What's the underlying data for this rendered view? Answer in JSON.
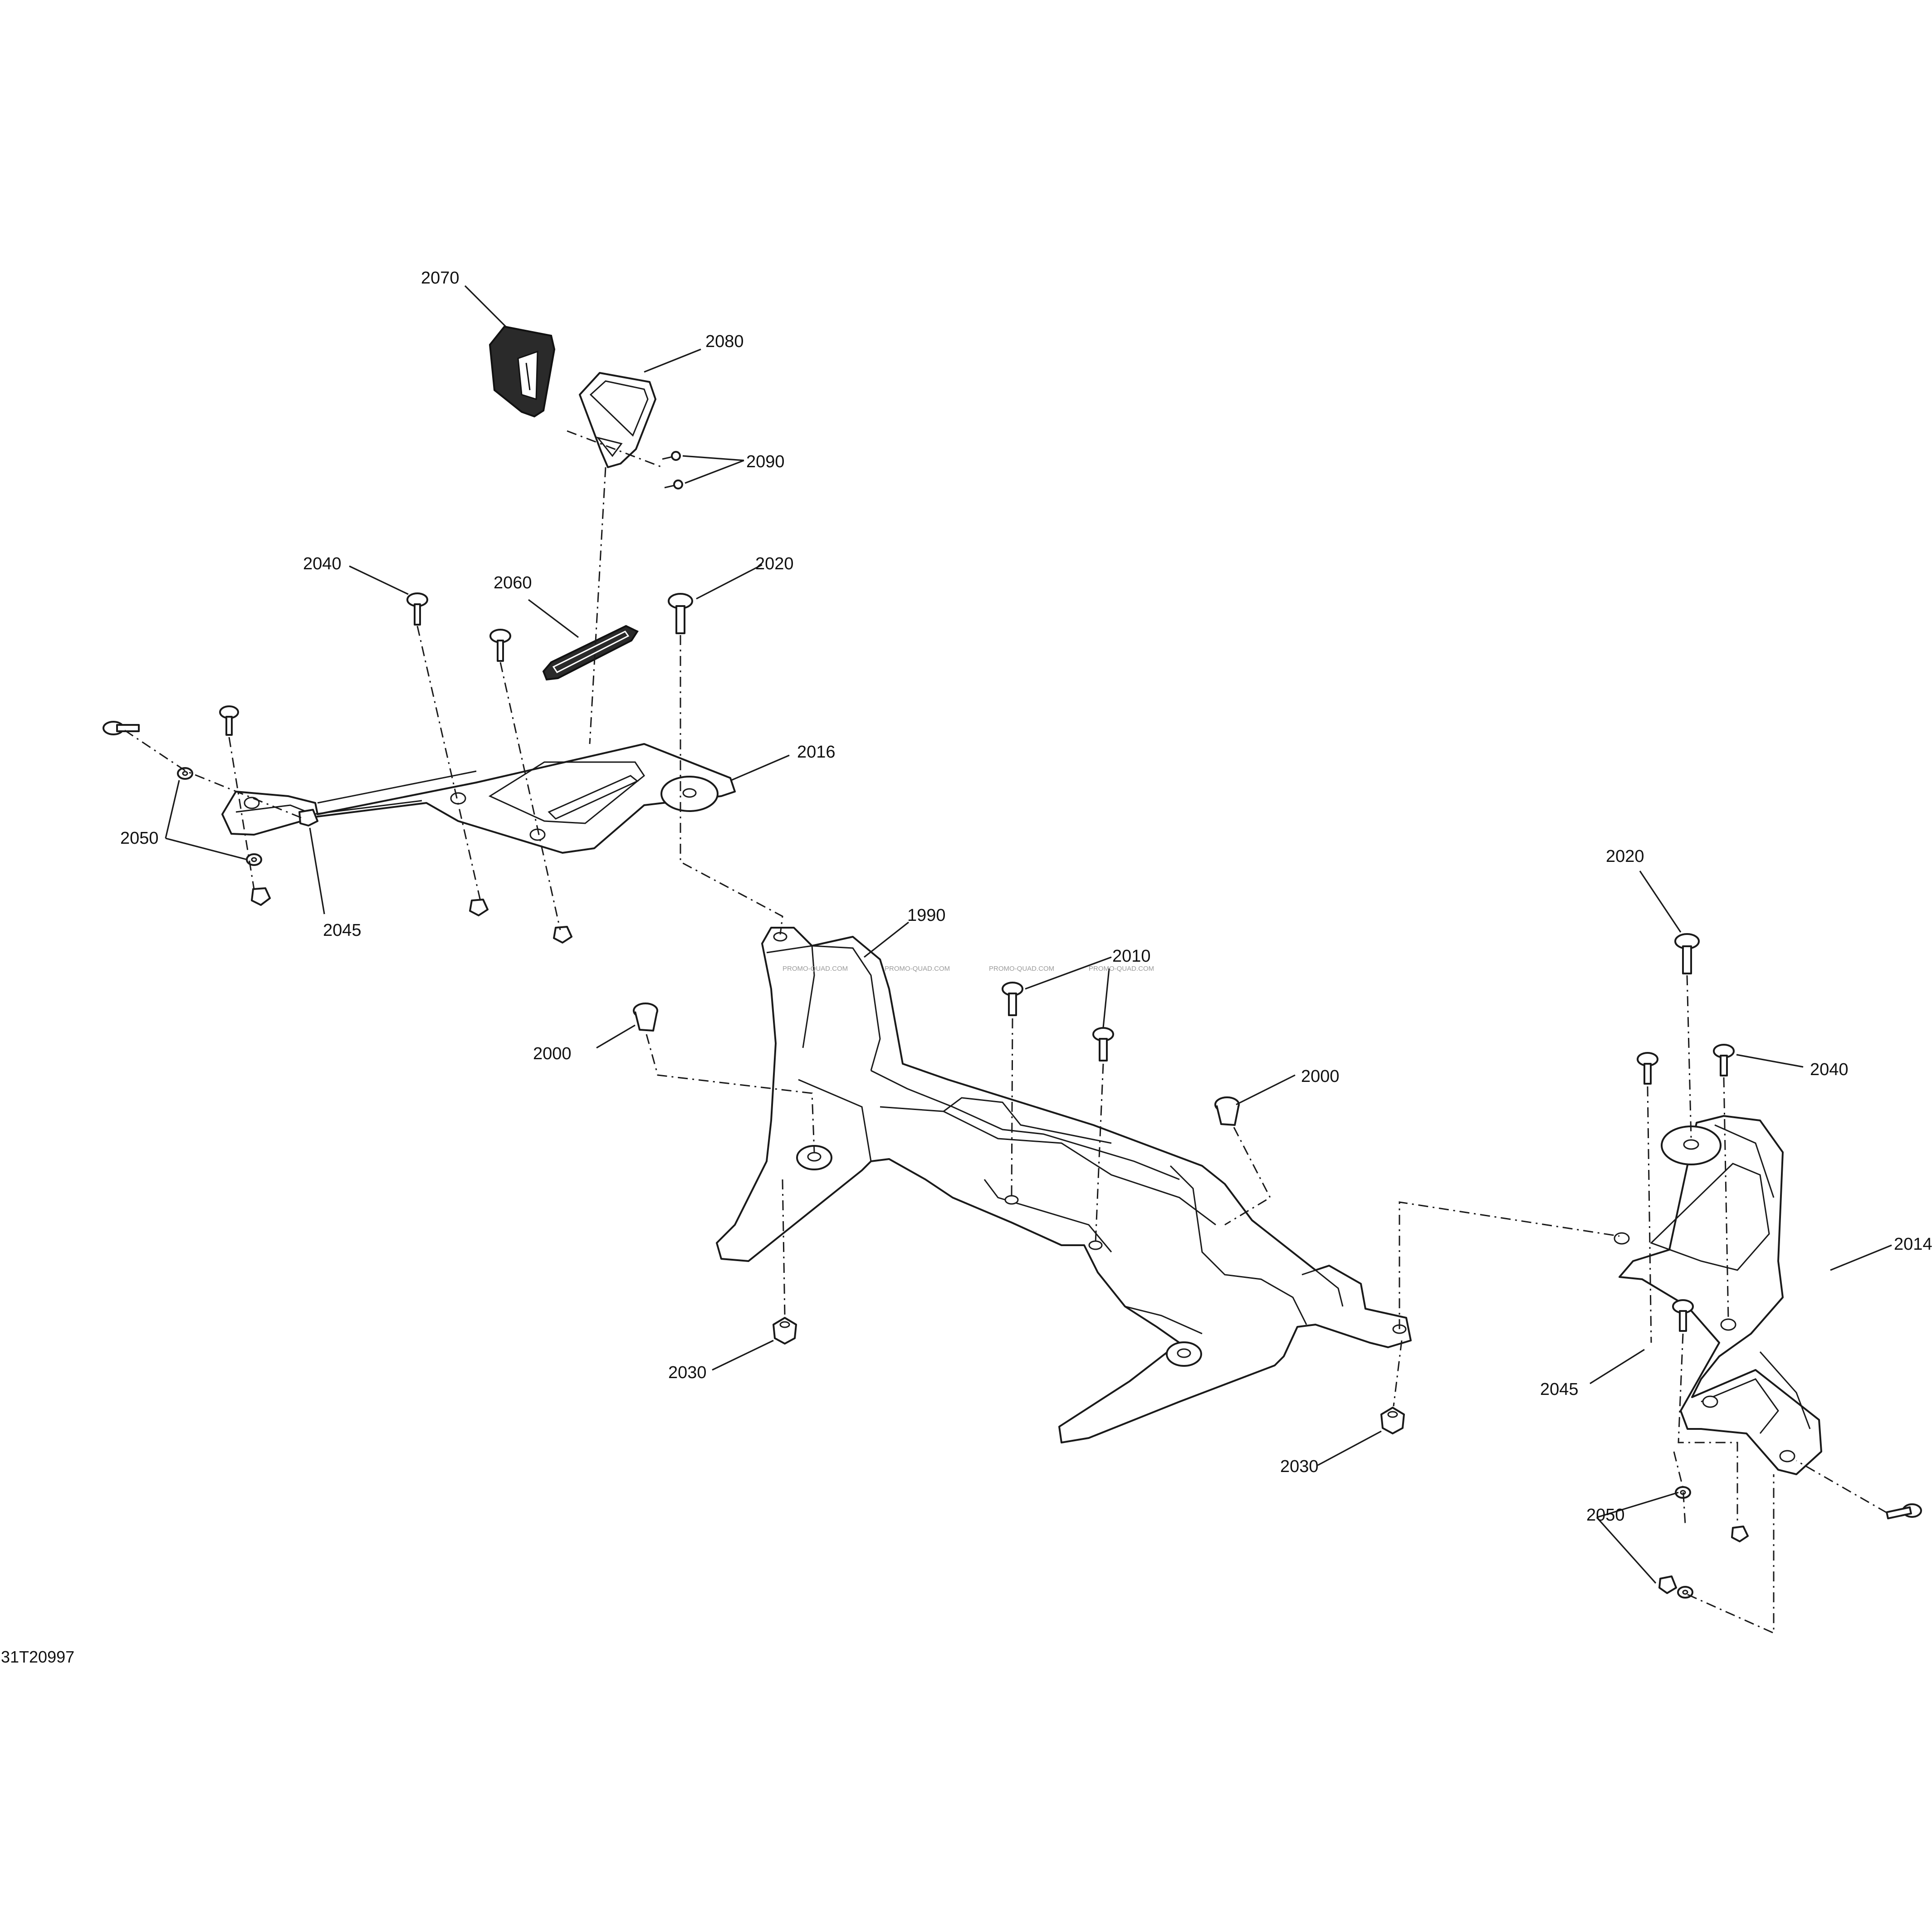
{
  "callouts": [
    {
      "id": "2070",
      "text": "2070"
    },
    {
      "id": "2080",
      "text": "2080"
    },
    {
      "id": "2090",
      "text": "2090"
    },
    {
      "id": "2040",
      "text": "2040"
    },
    {
      "id": "2060",
      "text": "2060"
    },
    {
      "id": "2020",
      "text": "2020"
    },
    {
      "id": "2016",
      "text": "2016"
    },
    {
      "id": "2050",
      "text": "2050"
    },
    {
      "id": "2045",
      "text": "2045"
    },
    {
      "id": "1990",
      "text": "1990"
    },
    {
      "id": "2010",
      "text": "2010"
    },
    {
      "id": "2000",
      "text": "2000"
    },
    {
      "id": "2014",
      "text": "2014"
    },
    {
      "id": "2030",
      "text": "2030"
    }
  ],
  "reference_code": "31T20997",
  "watermark": "PROMO-QUAD.COM"
}
